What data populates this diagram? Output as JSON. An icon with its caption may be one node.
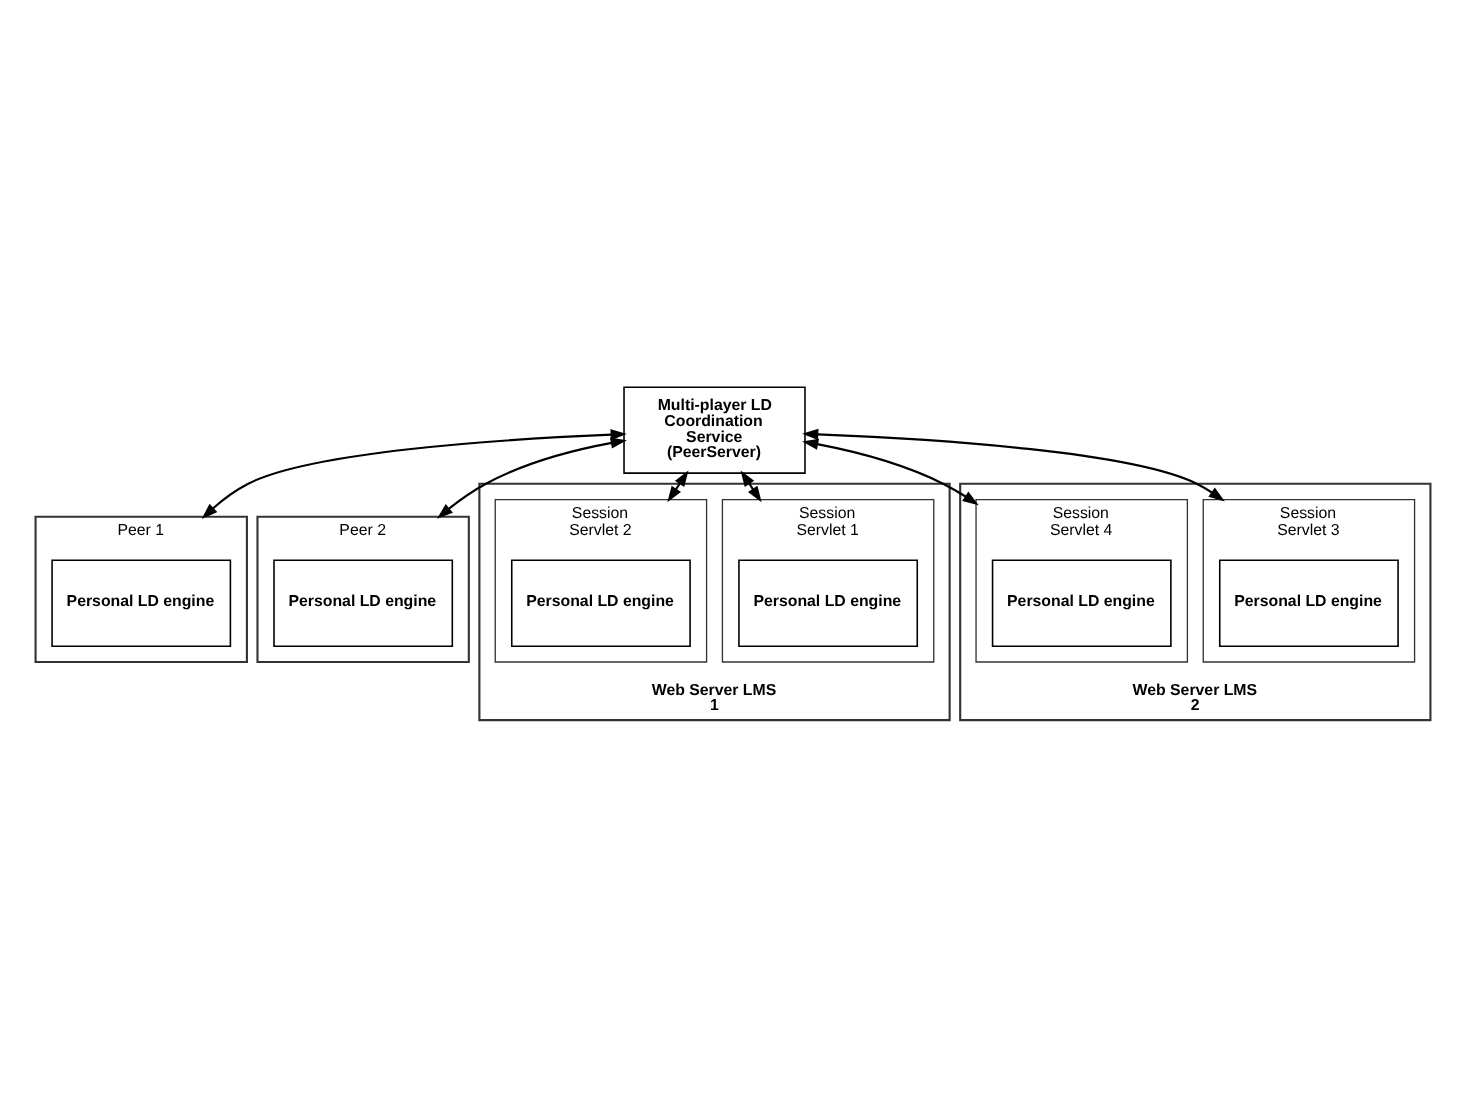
{
  "diagram": {
    "nodes": [
      {
        "text": [
          "Multi-player LD Coordination Service (PeerServer)"
        ]
      },
      {
        "text": [
          "Peer 1"
        ]
      },
      {
        "text": [
          "Personal LD engine"
        ],
        "in": 1
      },
      {
        "text": [
          "Peer 2"
        ]
      },
      {
        "text": [
          "Personal LD engine"
        ],
        "in": 3
      },
      {
        "text": [
          "Web Server LMS 1"
        ]
      },
      {
        "text": [
          "Session Servlet 1"
        ],
        "in": 5
      },
      {
        "text": [
          "Personal LD engine"
        ],
        "in": 6
      },
      {
        "text": [
          "Session Servlet 2"
        ],
        "in": 5
      },
      {
        "text": [
          "Personal LD engine"
        ],
        "in": 8
      },
      {
        "text": [
          "Web Server LMS 2"
        ]
      },
      {
        "text": [
          "Session Servlet 3"
        ],
        "in": 10
      },
      {
        "text": [
          "Personal LD engine"
        ],
        "in": 11
      },
      {
        "text": [
          "Session Servlet 4"
        ],
        "in": 10
      },
      {
        "text": [
          "Personal LD engine"
        ],
        "in": 13
      }
    ],
    "edges": [
      {
        "from": 0,
        "to": 1,
        "arrow": "both"
      },
      {
        "from": 0,
        "to": 3,
        "arrow": "both"
      },
      {
        "from": 0,
        "to": 6,
        "arrow": "both"
      },
      {
        "from": 0,
        "to": 8,
        "arrow": "both"
      },
      {
        "from": 0,
        "to": 11,
        "arrow": "both"
      },
      {
        "from": 0,
        "to": 13,
        "arrow": "both"
      }
    ]
  }
}
